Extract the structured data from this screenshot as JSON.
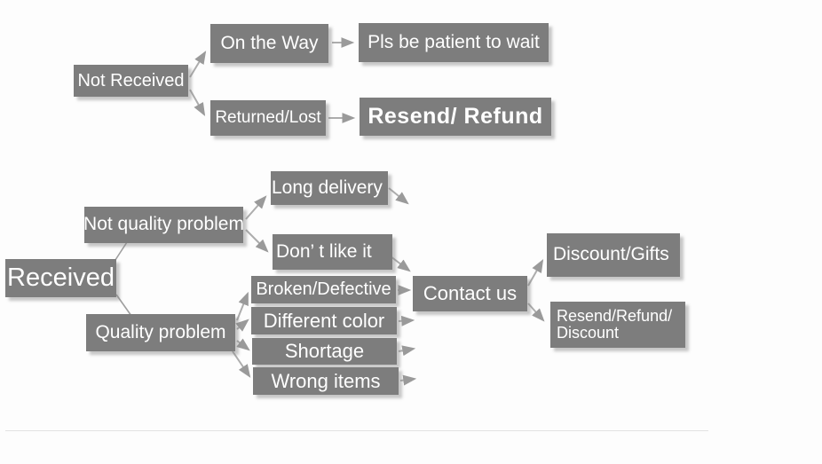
{
  "diagram": {
    "type": "flowchart",
    "topic": "Order received / not received customer service flow",
    "colors": {
      "node_fill": "#7d7d7d",
      "node_text": "#ffffff",
      "arrow_line": "#adadad",
      "arrow_head": "#9a9a9a",
      "background": "#fdfdfd"
    },
    "nodes": {
      "not_received": "Not Received",
      "on_the_way": "On the Way",
      "pls_wait": "Pls be patient to wait",
      "returned_lost": "Returned/Lost",
      "resend_refund": "Resend/ Refund",
      "received": "Received",
      "not_quality_problem": "Not quality problem",
      "long_delivery": "Long delivery",
      "dont_like_it": "Don’ t like it",
      "broken_defective": "Broken/Defective",
      "different_color": "Different color",
      "shortage": "Shortage",
      "wrong_items": "Wrong items",
      "quality_problem": "Quality problem",
      "contact_us": "Contact us",
      "discount_gifts": "Discount/Gifts",
      "resend_refund_discount_line1": "Resend/Refund/",
      "resend_refund_discount_line2": "Discount"
    },
    "edges": [
      {
        "from": "not_received",
        "to": "on_the_way"
      },
      {
        "from": "not_received",
        "to": "returned_lost"
      },
      {
        "from": "on_the_way",
        "to": "pls_wait"
      },
      {
        "from": "returned_lost",
        "to": "resend_refund"
      },
      {
        "from": "received",
        "to": "not_quality_problem"
      },
      {
        "from": "received",
        "to": "quality_problem"
      },
      {
        "from": "not_quality_problem",
        "to": "long_delivery"
      },
      {
        "from": "not_quality_problem",
        "to": "dont_like_it"
      },
      {
        "from": "long_delivery",
        "to": "contact_us"
      },
      {
        "from": "dont_like_it",
        "to": "contact_us"
      },
      {
        "from": "quality_problem",
        "to": "broken_defective"
      },
      {
        "from": "quality_problem",
        "to": "different_color"
      },
      {
        "from": "quality_problem",
        "to": "shortage"
      },
      {
        "from": "quality_problem",
        "to": "wrong_items"
      },
      {
        "from": "broken_defective",
        "to": "contact_us"
      },
      {
        "from": "different_color",
        "to": "contact_us"
      },
      {
        "from": "shortage",
        "to": "contact_us"
      },
      {
        "from": "wrong_items",
        "to": "contact_us"
      },
      {
        "from": "contact_us",
        "to": "discount_gifts"
      },
      {
        "from": "contact_us",
        "to": "resend_refund_discount"
      }
    ]
  }
}
